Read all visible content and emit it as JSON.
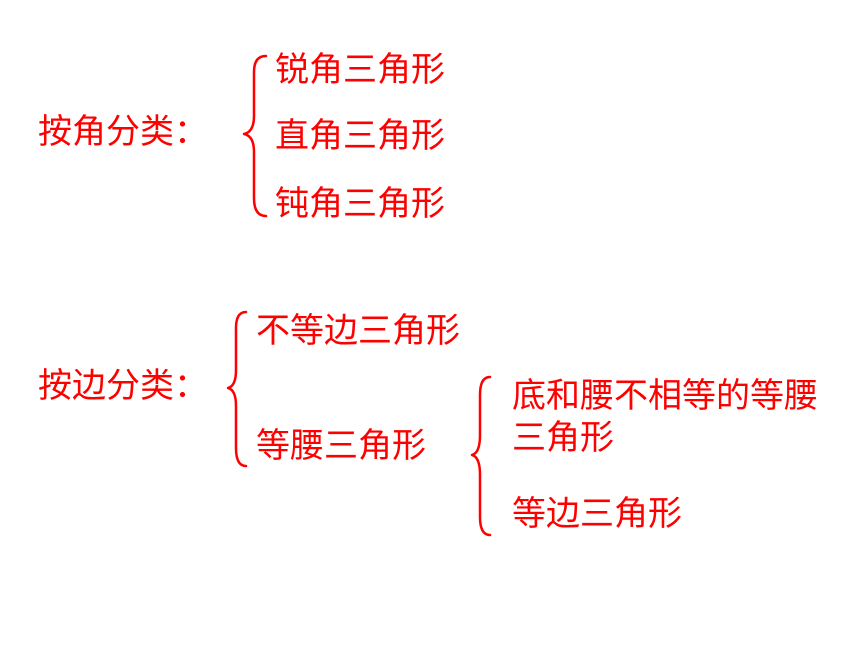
{
  "colors": {
    "text": "#ff0000",
    "background": "#ffffff"
  },
  "by_angle": {
    "label": "按角分类：",
    "items": [
      "锐角三角形",
      "直角三角形",
      "钝角三角形"
    ]
  },
  "by_side": {
    "label": "按边分类：",
    "items": [
      "不等边三角形",
      "等腰三角形"
    ],
    "isosceles_subtypes": [
      "底和腰不相等的等腰三角形",
      "等边三角形"
    ]
  }
}
